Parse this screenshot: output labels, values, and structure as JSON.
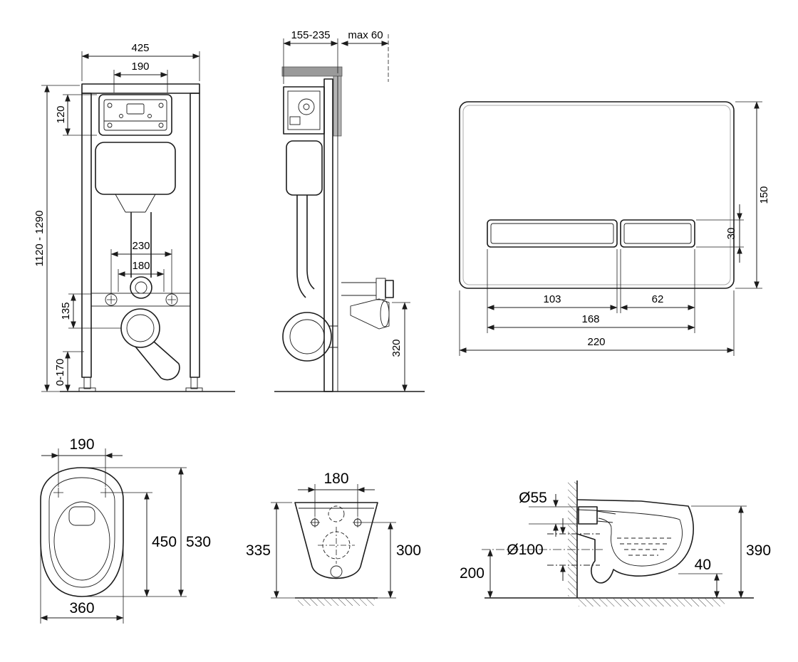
{
  "drawing": {
    "frame_front": {
      "overall_width": "425",
      "tank_width": "190",
      "box_height": "120",
      "install_height": "1120 - 1290",
      "fixing_spacing": "230",
      "pipe_spacing": "180",
      "outlet_offset": "135",
      "floor_adjust": "0-170"
    },
    "frame_side": {
      "depth_range": "155-235",
      "max_finish": "max 60",
      "outlet_height": "320"
    },
    "flush_plate": {
      "height": "150",
      "button_height": "30",
      "button_large_width": "103",
      "button_small_width": "62",
      "buttons_span": "168",
      "width": "220"
    },
    "bowl_top": {
      "fixing_spacing": "190",
      "bowl_length": "450",
      "total_depth": "530",
      "width": "360"
    },
    "bowl_front": {
      "fixing_spacing": "180",
      "height_left": "335",
      "height_right": "300"
    },
    "bowl_side": {
      "inlet_diameter": "Ø55",
      "outlet_diameter": "Ø100",
      "outlet_center_height": "200",
      "rim_height": "390",
      "floor_clearance": "40"
    }
  }
}
